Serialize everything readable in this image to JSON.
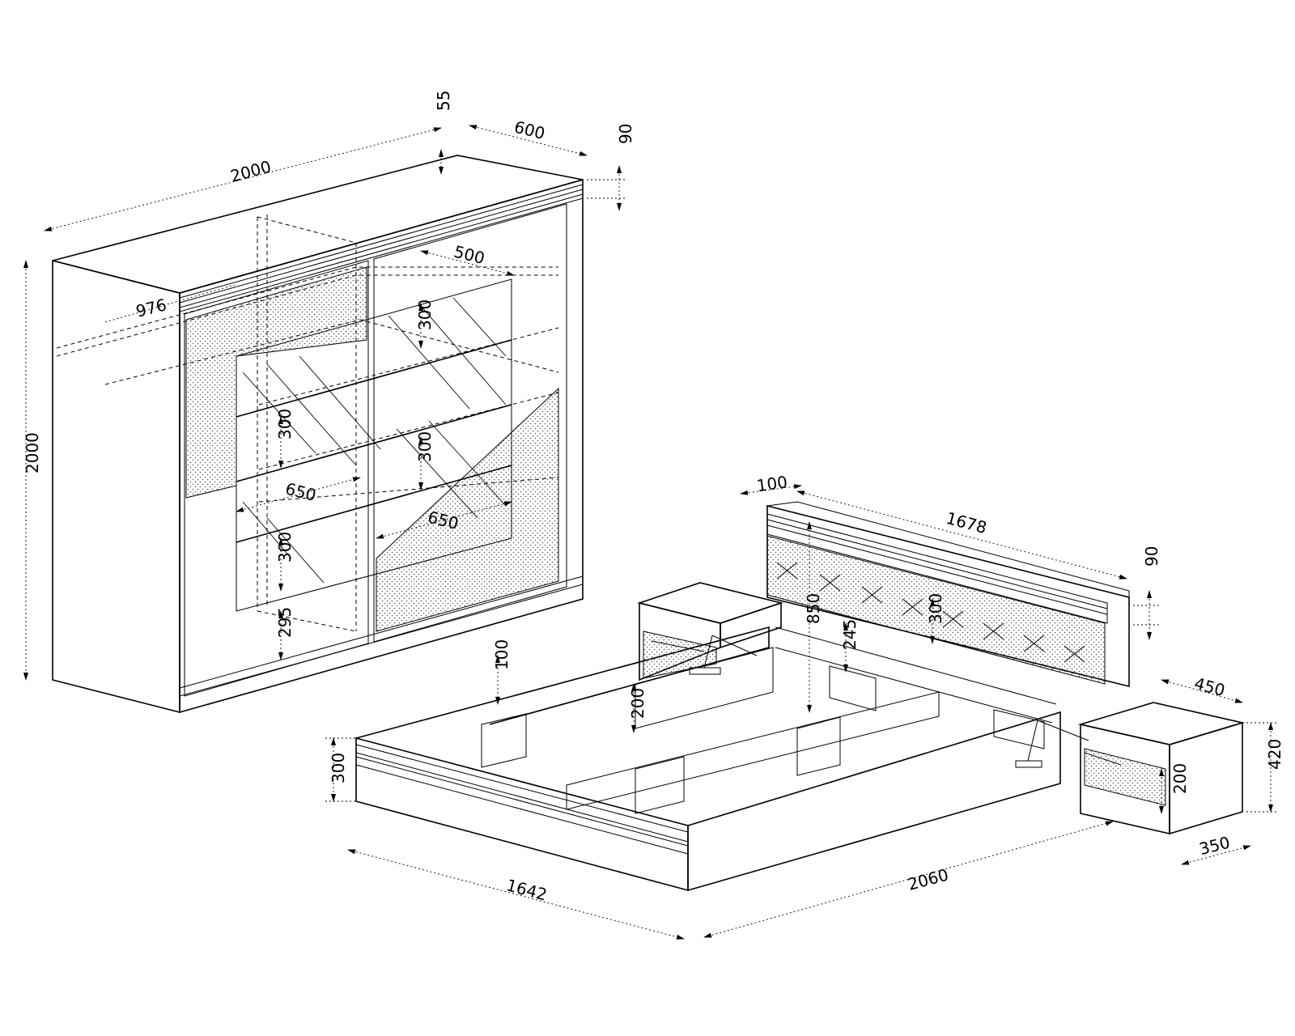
{
  "title": "",
  "wardrobe": {
    "dims": {
      "width": "2000",
      "height": "2000",
      "depth": "600",
      "top_offset": "55",
      "cornice": "90",
      "inner_depth": "976",
      "shelf_depth": "500",
      "shelf_gap_upper": "300",
      "shelf_gap_mid_left": "300",
      "shelf_gap_mid_right": "300",
      "shelf_gap_low": "300",
      "shelf_width_left": "650",
      "shelf_width_right": "650",
      "plinth_gap": "295"
    }
  },
  "bed": {
    "dims": {
      "headboard_offset": "100",
      "headboard_width": "1678",
      "headboard_cornice": "90",
      "headboard_height": "850",
      "panel_height": "300",
      "rail_gap": "245",
      "slat_height": "100",
      "support_height": "200",
      "frame_height": "300",
      "frame_width": "1642",
      "frame_length": "2060"
    }
  },
  "nightstand": {
    "dims": {
      "width": "450",
      "height": "420",
      "depth": "350",
      "drawer_height": "200"
    }
  }
}
